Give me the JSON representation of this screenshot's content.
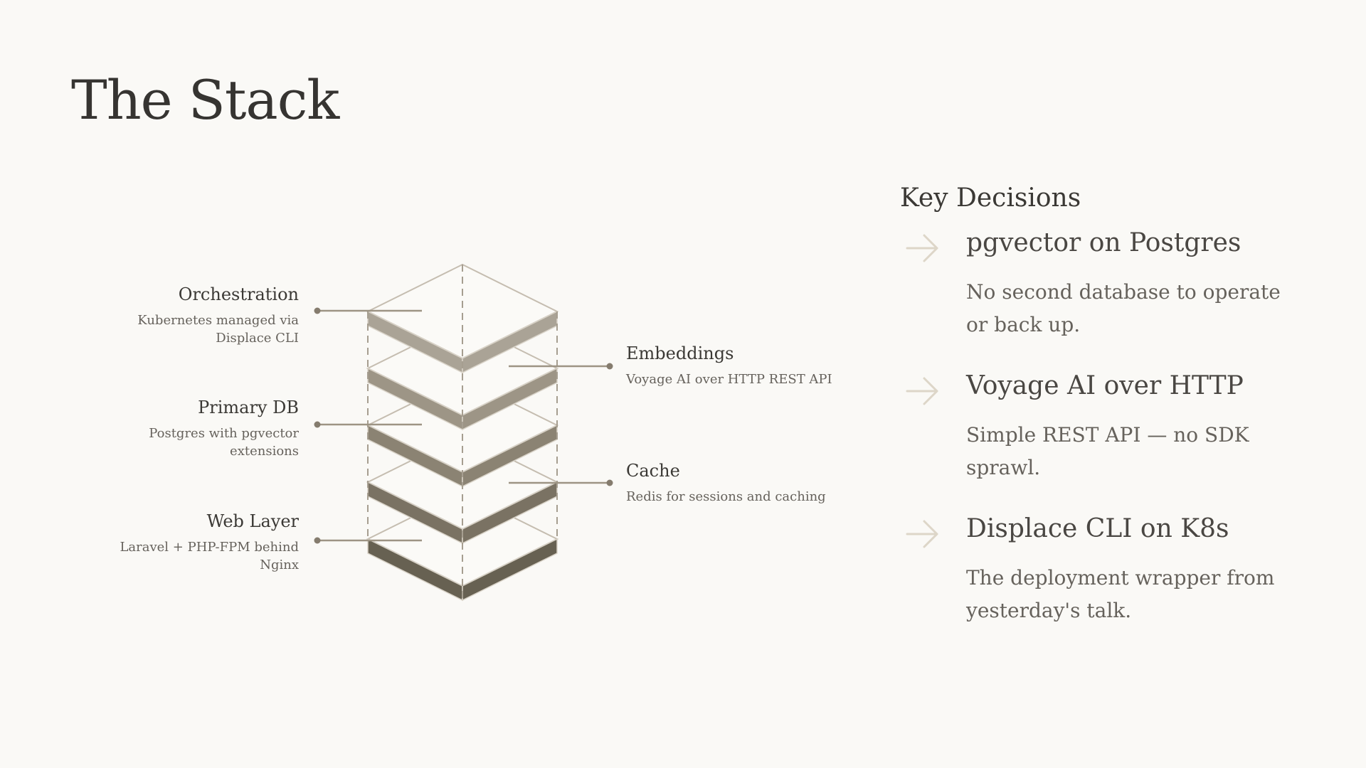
{
  "title": "The Stack",
  "layers_left": [
    {
      "name": "Orchestration",
      "desc": "Kubernetes managed via Displace CLI"
    },
    {
      "name": "Primary DB",
      "desc": "Postgres with pgvector extensions"
    },
    {
      "name": "Web Layer",
      "desc": "Laravel + PHP-FPM behind Nginx"
    }
  ],
  "layers_right": [
    {
      "name": "Embeddings",
      "desc": "Voyage AI over HTTP REST API"
    },
    {
      "name": "Cache",
      "desc": "Redis for sessions and caching"
    }
  ],
  "decisions": {
    "title": "Key Decisions",
    "items": [
      {
        "title": "pgvector on Postgres",
        "desc": "No second database to operate or back up."
      },
      {
        "title": "Voyage AI over HTTP",
        "desc": "Simple REST API — no SDK sprawl."
      },
      {
        "title": "Displace CLI on K8s",
        "desc": "The deployment wrapper from yesterday's talk."
      }
    ]
  },
  "colors": {
    "background": "#faf9f6",
    "layer_top": "#a8a092",
    "layer_bottom": "#5f5a50",
    "arrow": "#ddd6c8"
  },
  "icons": {
    "decision_bullet": "arrow-right-icon"
  }
}
